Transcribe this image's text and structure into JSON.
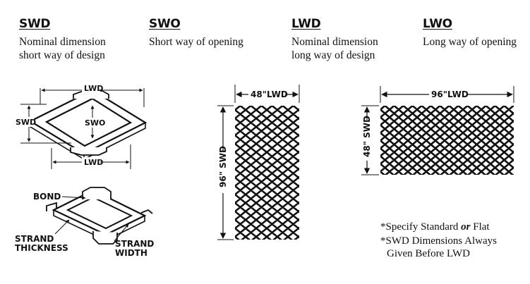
{
  "headers": [
    {
      "code": "SWD",
      "desc_line1": "Nominal dimension",
      "desc_line2": "short way of design"
    },
    {
      "code": "SWO",
      "desc_line1": "Short way of opening",
      "desc_line2": ""
    },
    {
      "code": "LWD",
      "desc_line1": "Nominal dimension",
      "desc_line2": "long way of design"
    },
    {
      "code": "LWO",
      "desc_line1": "Long way of opening",
      "desc_line2": ""
    }
  ],
  "diagram_labels": {
    "lwd_top": "LWD",
    "swd": "SWD",
    "swo": "SWO",
    "lwd_bottom": "LWD",
    "bond": "BOND",
    "strand_thickness_1": "STRAND",
    "strand_thickness_2": "THICKNESS",
    "strand_width_1": "STRAND",
    "strand_width_2": "WIDTH"
  },
  "sheet_vertical": {
    "width_label": "48\"LWD",
    "height_label": "96\" SWD"
  },
  "sheet_horizontal": {
    "width_label": "96\"LWD",
    "height_label": "48\" SWD"
  },
  "notes": {
    "line1_prefix": "*Specify Standard ",
    "line1_emph": "or",
    "line1_suffix": " Flat",
    "line2": "*SWD Dimensions Always",
    "line3": "Given Before LWD"
  }
}
